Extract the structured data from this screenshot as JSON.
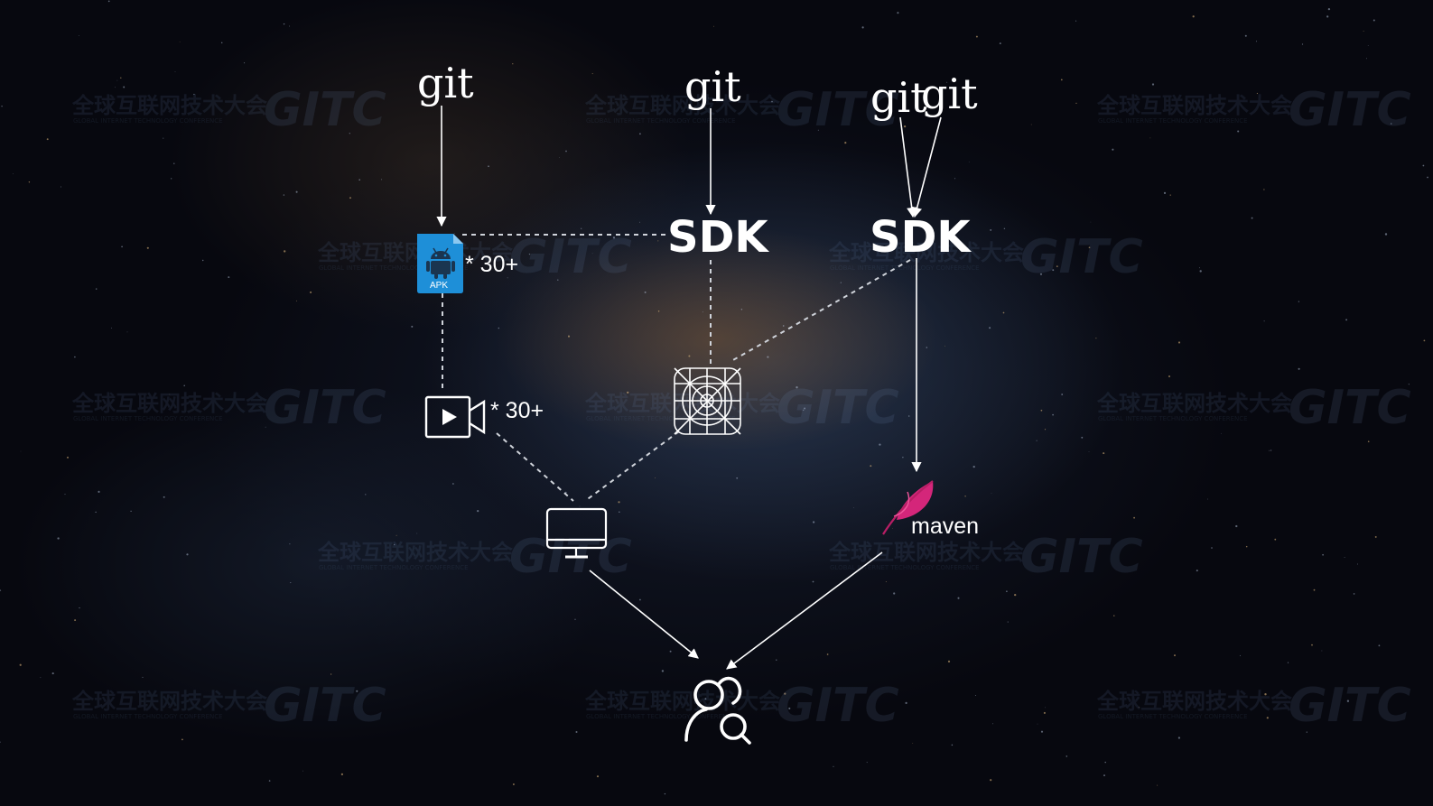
{
  "watermark": {
    "org_name": "全球互联网技术大会",
    "org_subtitle": "GLOBAL INTERNET TECHNOLOGY CONFERENCE",
    "logo_text": "GITC"
  },
  "diagram": {
    "nodes": {
      "git_apk": {
        "label": "git"
      },
      "git_sdk_a": {
        "label": "git"
      },
      "git_sdk_b_1": {
        "label": "git"
      },
      "git_sdk_b_2": {
        "label": "git"
      },
      "sdk_a": {
        "label": "SDK"
      },
      "sdk_b": {
        "label": "SDK"
      },
      "apk": {
        "label": "APK",
        "count": "* 30+",
        "color": "#1e8fd8"
      },
      "video": {
        "count": "* 30+"
      },
      "maven": {
        "label": "maven",
        "color": "#d4267a"
      }
    },
    "icons": {
      "git": "git-wordmark",
      "apk": "apk-file-icon",
      "android": "android-robot-icon",
      "video": "video-camera-icon",
      "grid": "grid-target-icon",
      "monitor": "monitor-icon",
      "maven": "maven-feather-icon",
      "users": "user-search-icon"
    },
    "colors": {
      "line": "#ffffff",
      "dashed_line": "#cfd3da",
      "background": "#070812"
    }
  }
}
